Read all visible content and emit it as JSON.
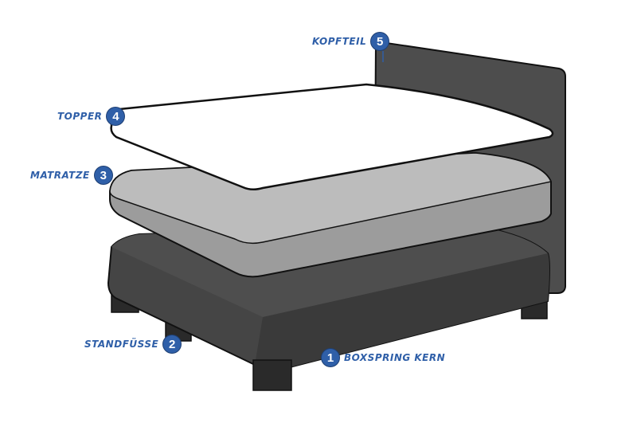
{
  "colors": {
    "outline": "#111111",
    "base_top": "#4a4a4a",
    "base_side": "#3d3d3d",
    "feet": "#2a2a2a",
    "headboard": "#4d4d4d",
    "mattress_top": "#b9b9b9",
    "mattress_side": "#9a9a9a",
    "topper": "#ffffff",
    "accent": "#2f5fa8"
  },
  "callouts": [
    {
      "number": "1",
      "label": "BOXSPRING KERN"
    },
    {
      "number": "2",
      "label": "STANDFÜSSE"
    },
    {
      "number": "3",
      "label": "MATRATZE"
    },
    {
      "number": "4",
      "label": "TOPPER"
    },
    {
      "number": "5",
      "label": "KOPFTEIL"
    }
  ]
}
